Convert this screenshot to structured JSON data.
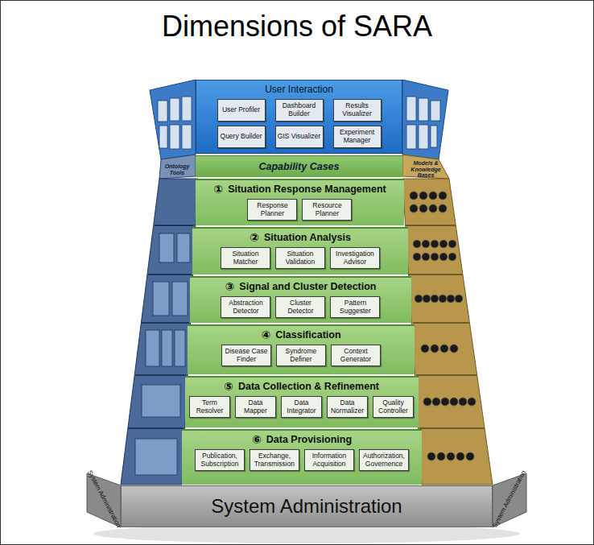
{
  "diagram": {
    "title": "Dimensions of SARA",
    "nodes": [
      {
        "text": [
          "User Interaction"
        ]
      },
      {
        "text": [
          "User Profiler"
        ],
        "in": 0
      },
      {
        "text": [
          "Dashboard Builder"
        ],
        "in": 0
      },
      {
        "text": [
          "Results Visualizer"
        ],
        "in": 0
      },
      {
        "text": [
          "Query Builder"
        ],
        "in": 0
      },
      {
        "text": [
          "GIS Visualizer"
        ],
        "in": 0
      },
      {
        "text": [
          "Experiment Manager"
        ],
        "in": 0
      },
      {
        "text": [
          "Capability Cases"
        ]
      },
      {
        "text": [
          "Situation Response Management"
        ]
      },
      {
        "text": [
          "Response Planner"
        ],
        "in": 8
      },
      {
        "text": [
          "Resource Planner"
        ],
        "in": 8
      },
      {
        "text": [
          "Situation Analysis"
        ]
      },
      {
        "text": [
          "Situation Matcher"
        ],
        "in": 11
      },
      {
        "text": [
          "Situation Validation"
        ],
        "in": 11
      },
      {
        "text": [
          "Investigation Advisor"
        ],
        "in": 11
      },
      {
        "text": [
          "Signal and Cluster Detection"
        ]
      },
      {
        "text": [
          "Abstraction Detector"
        ],
        "in": 15
      },
      {
        "text": [
          "Cluster Detector"
        ],
        "in": 15
      },
      {
        "text": [
          "Pattern Suggester"
        ],
        "in": 15
      },
      {
        "text": [
          "Classification"
        ]
      },
      {
        "text": [
          "Disease Case Finder"
        ],
        "in": 19
      },
      {
        "text": [
          "Syndrome Definer"
        ],
        "in": 19
      },
      {
        "text": [
          "Context Generator"
        ],
        "in": 19
      },
      {
        "text": [
          "Data Collection & Refinement"
        ]
      },
      {
        "text": [
          "Term Resolver"
        ],
        "in": 23
      },
      {
        "text": [
          "Data Mapper"
        ],
        "in": 23
      },
      {
        "text": [
          "Data Integrator"
        ],
        "in": 23
      },
      {
        "text": [
          "Data Normalizer"
        ],
        "in": 23
      },
      {
        "text": [
          "Quality Controller"
        ],
        "in": 23
      },
      {
        "text": [
          "Data Provisioning"
        ]
      },
      {
        "text": [
          "Publication, Subscription"
        ],
        "in": 29
      },
      {
        "text": [
          "Exchange, Transmission"
        ],
        "in": 29
      },
      {
        "text": [
          "Information Acquisition"
        ],
        "in": 29
      },
      {
        "text": [
          "Authorization, Governence"
        ],
        "in": 29
      },
      {
        "text": [
          "System Administration"
        ]
      }
    ],
    "labels": [
      "①",
      "②",
      "③",
      "④",
      "⑤",
      "⑥",
      "Ontology Tools",
      "Models & Knowledge Bases",
      "System Administration",
      "System Administration"
    ]
  }
}
